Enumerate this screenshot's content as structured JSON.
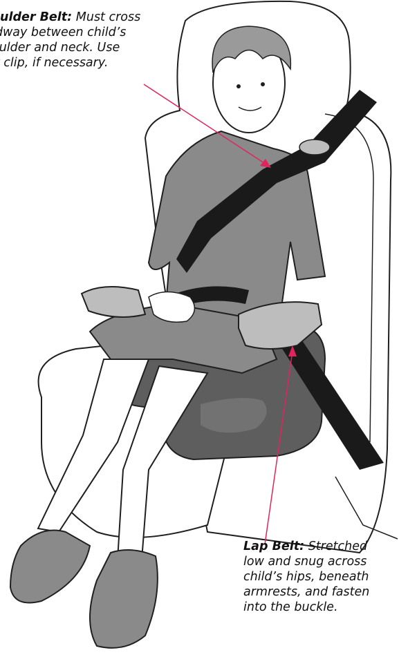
{
  "shoulder_belt": {
    "title": "oulder Belt:",
    "lines": [
      "Must cross",
      "idway between child’s",
      "oulder and neck. Use",
      "lt clip, if necessary."
    ]
  },
  "lap_belt": {
    "title": "Lap Belt:",
    "lines": [
      "Stretched",
      "low and snug across",
      "child’s hips, beneath",
      "armrests, and fasten",
      "into the buckle."
    ]
  },
  "colors": {
    "pointer": "#e0245e",
    "belt": "#1a1a1a",
    "shirt": "#8a8a8a",
    "booster": "#5e5e5e",
    "armrest": "#bdbdbd",
    "outline": "#1f1f1f"
  }
}
